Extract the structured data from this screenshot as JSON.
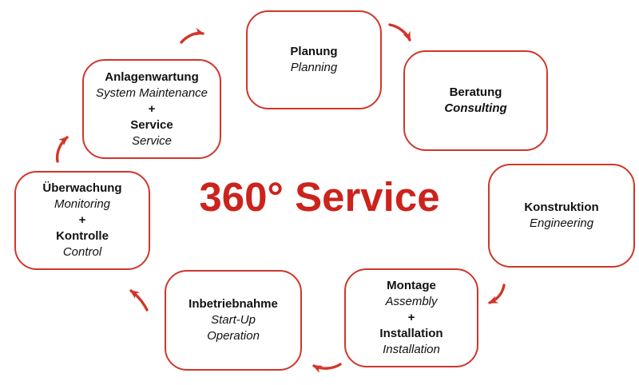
{
  "title": {
    "text": "360° Service"
  },
  "colors": {
    "box_border_red": "#d0362c",
    "arrow_red": "#d2362a",
    "title_red": "#cc231d",
    "text_black": "#111111"
  },
  "boxes": [
    {
      "id": "planung",
      "lines": [
        {
          "text": "Planung",
          "style": "bold"
        },
        {
          "text": "Planning",
          "style": "italic"
        }
      ]
    },
    {
      "id": "beratung",
      "lines": [
        {
          "text": "Beratung",
          "style": "bold"
        },
        {
          "text": "Consulting",
          "style": "bold-italic"
        }
      ]
    },
    {
      "id": "konstruktion",
      "lines": [
        {
          "text": "Konstruktion",
          "style": "bold"
        },
        {
          "text": "Engineering",
          "style": "italic"
        }
      ]
    },
    {
      "id": "montage",
      "lines": [
        {
          "text": "Montage",
          "style": "bold"
        },
        {
          "text": "Assembly",
          "style": "italic"
        },
        {
          "text": "+",
          "style": "bold"
        },
        {
          "text": "Installation",
          "style": "bold"
        },
        {
          "text": "Installation",
          "style": "italic"
        }
      ]
    },
    {
      "id": "inbetriebnahme",
      "lines": [
        {
          "text": "Inbetriebnahme",
          "style": "bold"
        },
        {
          "text": "Start-Up",
          "style": "italic"
        },
        {
          "text": "Operation",
          "style": "italic"
        }
      ]
    },
    {
      "id": "ueberwachung",
      "lines": [
        {
          "text": "Überwachung",
          "style": "bold"
        },
        {
          "text": "Monitoring",
          "style": "italic"
        },
        {
          "text": "+",
          "style": "bold"
        },
        {
          "text": "Kontrolle",
          "style": "bold"
        },
        {
          "text": "Control",
          "style": "italic"
        }
      ]
    },
    {
      "id": "anlagenwartung",
      "lines": [
        {
          "text": "Anlagenwartung",
          "style": "bold"
        },
        {
          "text": "System Maintenance",
          "style": "italic"
        },
        {
          "text": "+",
          "style": "bold"
        },
        {
          "text": "Service",
          "style": "bold"
        },
        {
          "text": "Service",
          "style": "italic"
        }
      ]
    }
  ],
  "arrows": [
    {
      "from": "anlagenwartung",
      "to": "planung"
    },
    {
      "from": "planung",
      "to": "beratung"
    },
    {
      "from": "konstruktion",
      "to": "montage"
    },
    {
      "from": "montage",
      "to": "inbetriebnahme"
    },
    {
      "from": "inbetriebnahme",
      "to": "ueberwachung"
    },
    {
      "from": "ueberwachung",
      "to": "anlagenwartung"
    }
  ],
  "flow_direction": "clockwise"
}
